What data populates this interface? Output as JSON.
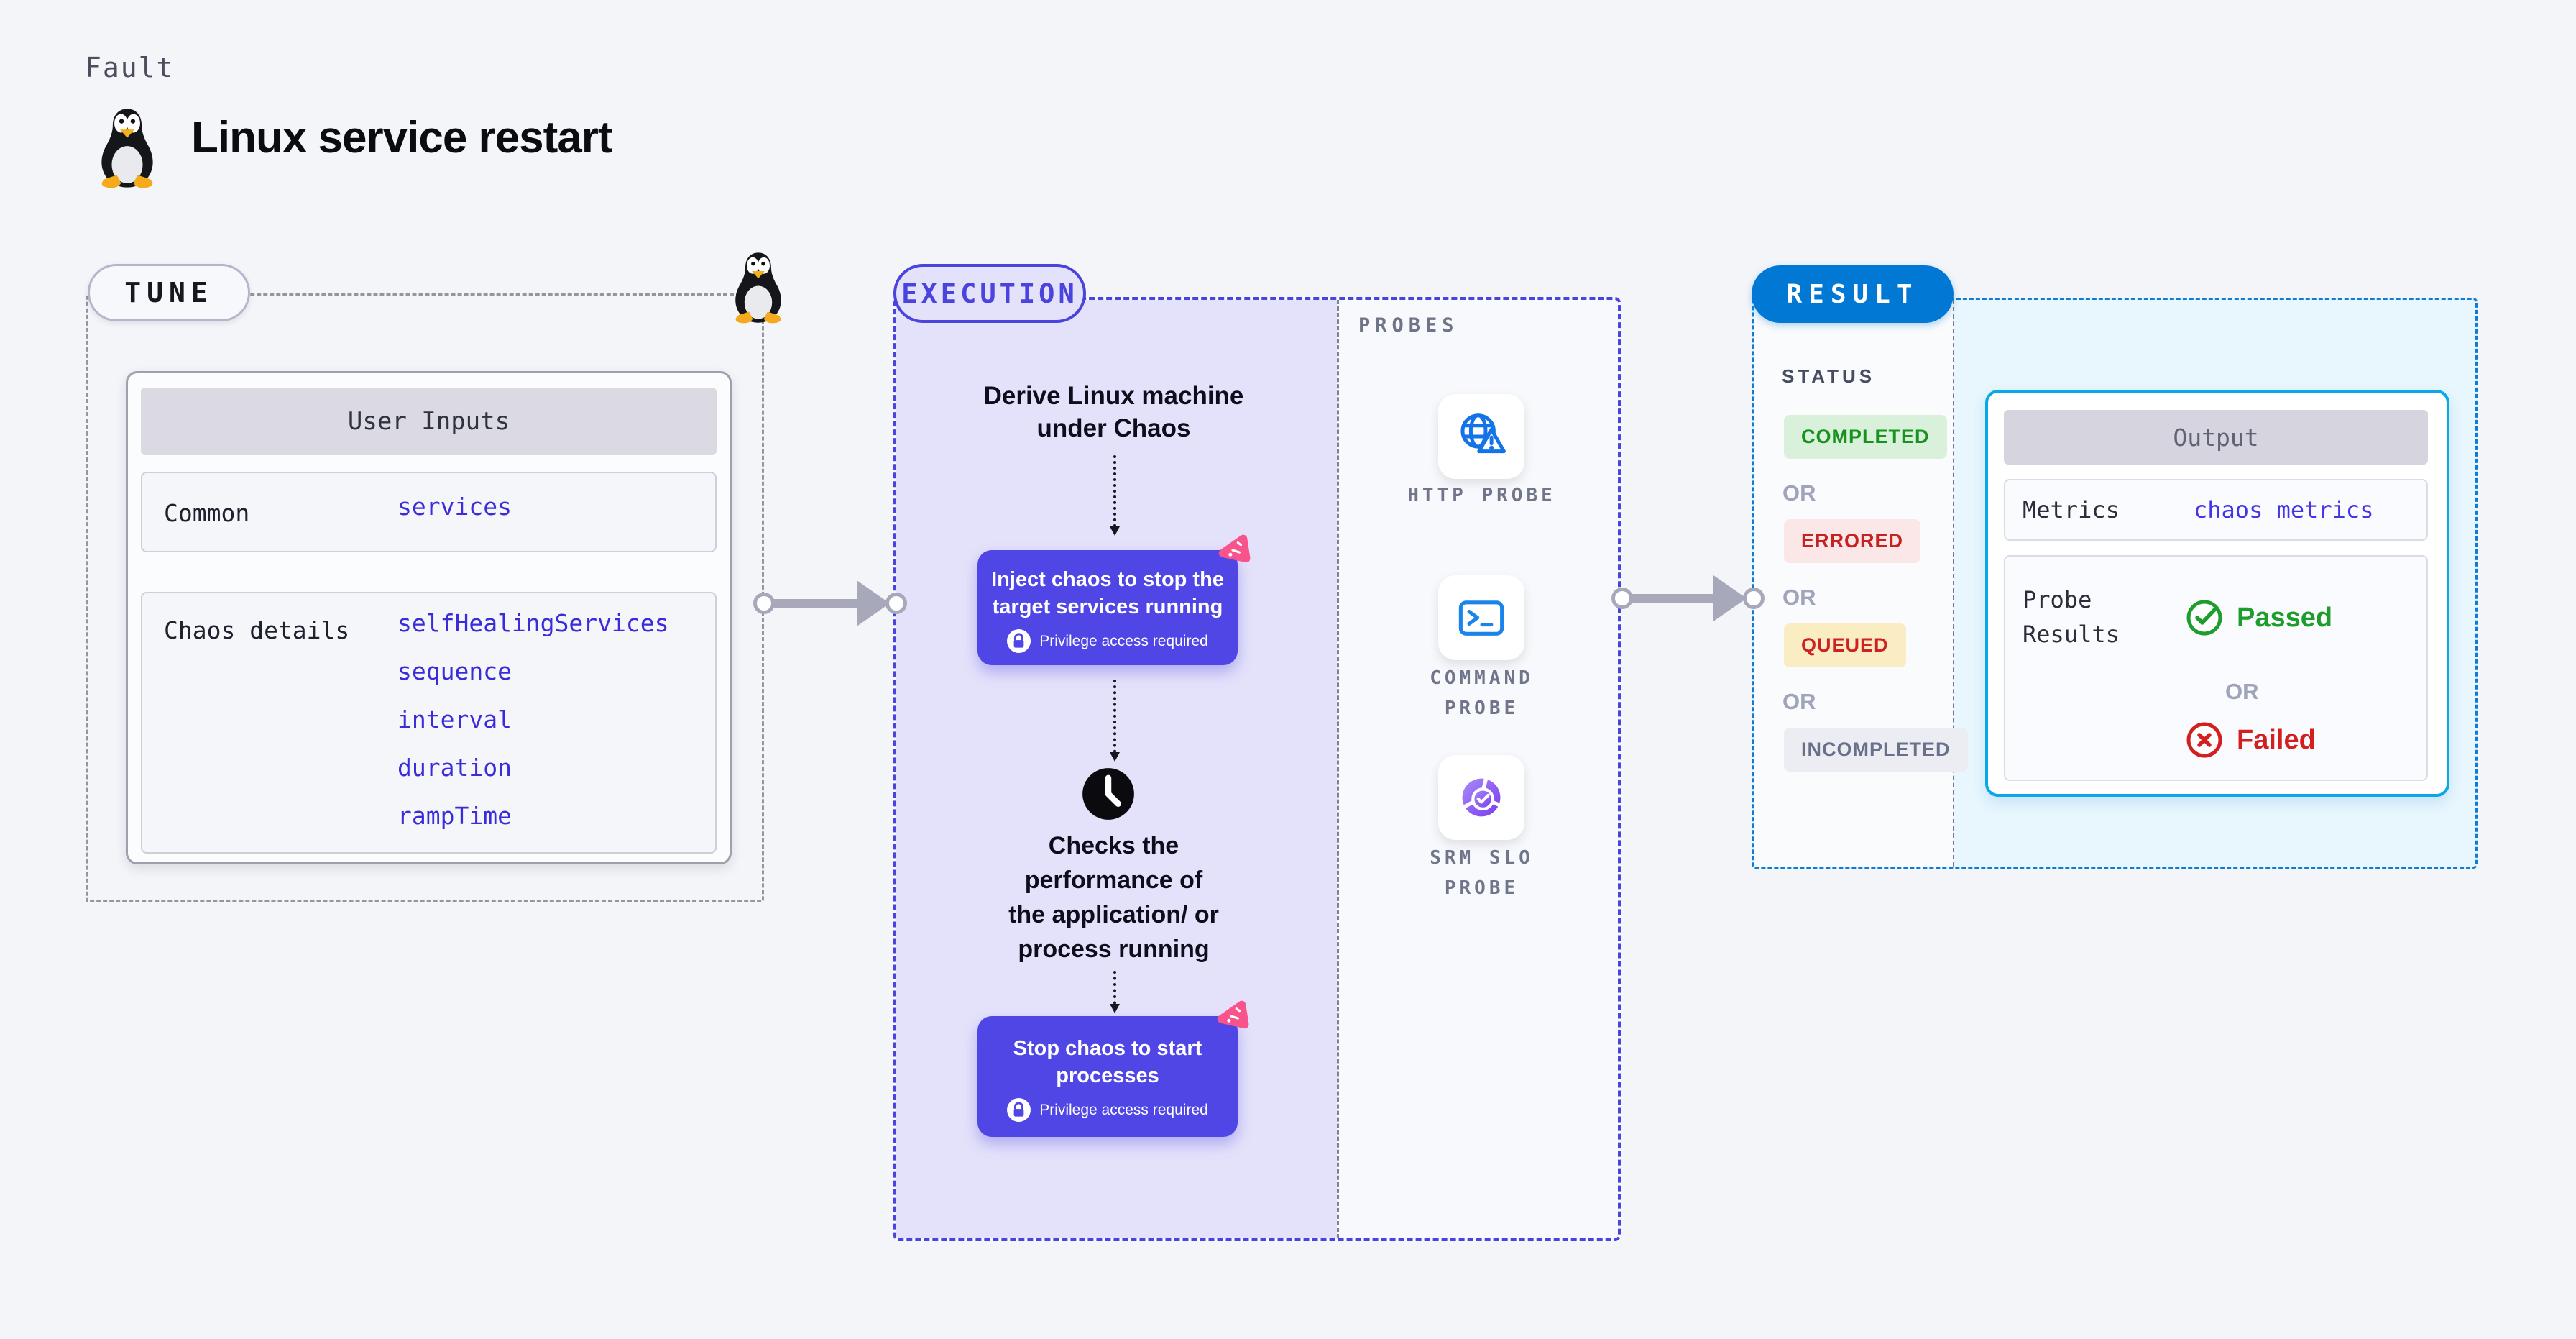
{
  "header": {
    "eyebrow": "Fault",
    "title": "Linux service restart",
    "icon": "linux-tux-icon"
  },
  "tune": {
    "label": "TUNE",
    "user_inputs": {
      "title": "User Inputs",
      "rows": [
        {
          "label": "Common",
          "values": [
            "services"
          ]
        },
        {
          "label": "Chaos details",
          "values": [
            "selfHealingServices",
            "sequence",
            "interval",
            "duration",
            "rampTime"
          ]
        }
      ]
    }
  },
  "execution": {
    "label": "EXECUTION",
    "step1_lines": [
      "Derive Linux machine",
      "under Chaos"
    ],
    "inject_button": {
      "title_lines": [
        "Inject chaos to stop the",
        "target services running"
      ],
      "note": "Privilege access required",
      "icon": "lock-icon",
      "corner_icon": "chaos-pink-icon"
    },
    "step2_icon": "clock-icon",
    "step2_lines": [
      "Checks the",
      "performance of",
      "the application/ or",
      "process running"
    ],
    "stop_button": {
      "title_lines": [
        "Stop chaos to start",
        "processes"
      ],
      "note": "Privilege access required",
      "icon": "lock-icon",
      "corner_icon": "chaos-pink-icon"
    }
  },
  "probes": {
    "label": "PROBES",
    "items": [
      {
        "name_lines": [
          "HTTP PROBE"
        ],
        "icon": "globe-alert-icon"
      },
      {
        "name_lines": [
          "COMMAND",
          "PROBE"
        ],
        "icon": "terminal-icon"
      },
      {
        "name_lines": [
          "SRM SLO",
          "PROBE"
        ],
        "icon": "slo-pie-check-icon"
      }
    ]
  },
  "result": {
    "label": "RESULT",
    "status": {
      "heading": "STATUS",
      "or_label": "OR",
      "badges": [
        {
          "label": "COMPLETED",
          "bg": "#D9F1DA",
          "color": "#17921E"
        },
        {
          "label": "ERRORED",
          "bg": "#FBE7E7",
          "color": "#C52222"
        },
        {
          "label": "QUEUED",
          "bg": "#FAEDC3",
          "color": "#CE2121"
        },
        {
          "label": "INCOMPLETED",
          "bg": "#ECEDF3",
          "color": "#6A7089"
        }
      ]
    },
    "output": {
      "title": "Output",
      "metrics_label": "Metrics",
      "metrics_value": "chaos metrics",
      "probe_results_lines": [
        "Probe",
        "Results"
      ],
      "passed_label": "Passed",
      "passed_icon": "check-circle-icon",
      "or_label": "OR",
      "failed_label": "Failed",
      "failed_icon": "x-circle-icon"
    }
  },
  "colors": {
    "page_bg": "#F3F5F9",
    "execution_accent": "#4B43DD",
    "execution_fill": "#E4E2FA",
    "result_accent": "#0278D5",
    "output_border": "#0AA7E9",
    "button_bg": "#4F46E5",
    "value_text": "#3B2BD8",
    "passed": "#1F9D2C",
    "failed": "#D21F1F",
    "pink_badge": "#F9538C"
  }
}
